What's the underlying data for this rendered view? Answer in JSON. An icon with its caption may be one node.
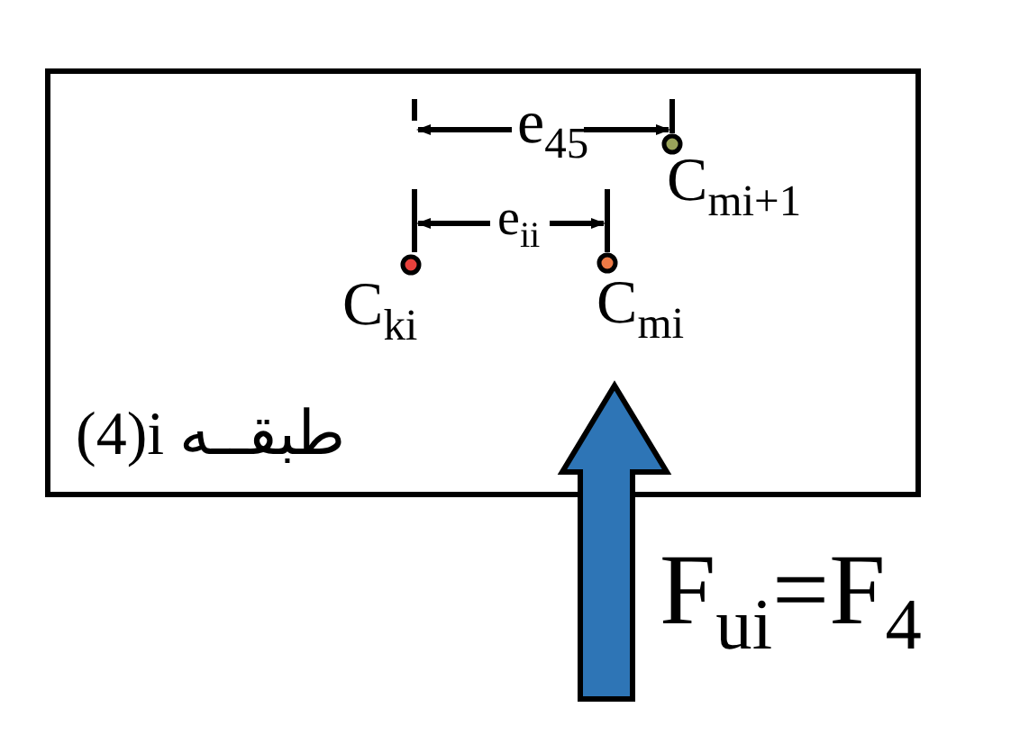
{
  "diagram": {
    "nodes": [
      {
        "text": [
          "(4)i طبقــه"
        ]
      },
      {
        "text": [],
        "shape": "circle",
        "beside": [
          "C$_{mi+1}$"
        ],
        "in": 0
      },
      {
        "text": [],
        "shape": "circle",
        "beside": [
          "C$_{ki}$"
        ],
        "in": 0
      },
      {
        "text": [],
        "shape": "circle",
        "beside": [
          "C$_{mi}$"
        ],
        "in": 0
      }
    ],
    "edges": [],
    "labels": [
      "e$_{45}$",
      "e$_{ii}$",
      "F$_{ui}$=F$_{4}$"
    ]
  }
}
